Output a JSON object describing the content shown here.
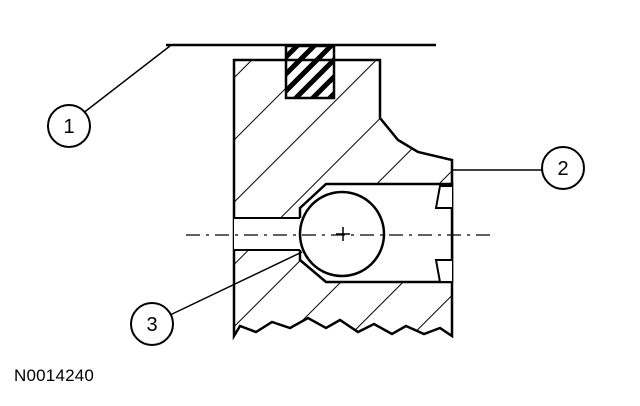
{
  "diagram": {
    "reference_code": "N0014240",
    "callouts": [
      {
        "id": "1",
        "label": "1"
      },
      {
        "id": "2",
        "label": "2"
      },
      {
        "id": "3",
        "label": "3"
      }
    ]
  }
}
